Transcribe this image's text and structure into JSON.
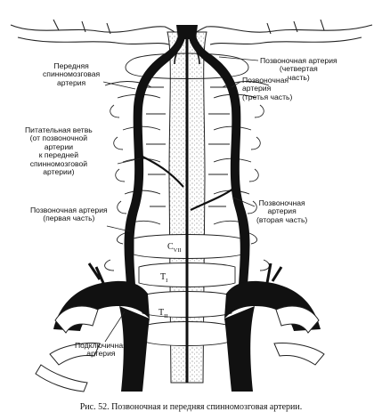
{
  "figure": {
    "labels": {
      "anterior_spinal": [
        "Передняя",
        "спинномозговая",
        "артерия"
      ],
      "vertebral_fourth": [
        "Позвоночная артерия",
        "(четвертая",
        "часть)"
      ],
      "vertebral_third": [
        "Позвоночная",
        "артерия",
        "(третья часть)"
      ],
      "nutrient_branch": [
        "Питательная ветвь",
        "(от позвоночной",
        "артерии",
        "к передней",
        "спинномозговой",
        "артерии)"
      ],
      "vertebral_second": [
        "Позвоночная",
        "артерия",
        "(вторая часть)"
      ],
      "vertebral_first": [
        "Позвоночная артерия",
        "(первая часть)"
      ],
      "subclavian": [
        "Подключичная",
        "артерия"
      ]
    },
    "segments": {
      "c7": "C",
      "c7_sub": "VII",
      "t1": "T",
      "t1_sub": "I",
      "t2": "T",
      "t2_sub": "II"
    },
    "caption": "Рис. 52. Позвоночная и передняя спинномозговая артерии."
  }
}
